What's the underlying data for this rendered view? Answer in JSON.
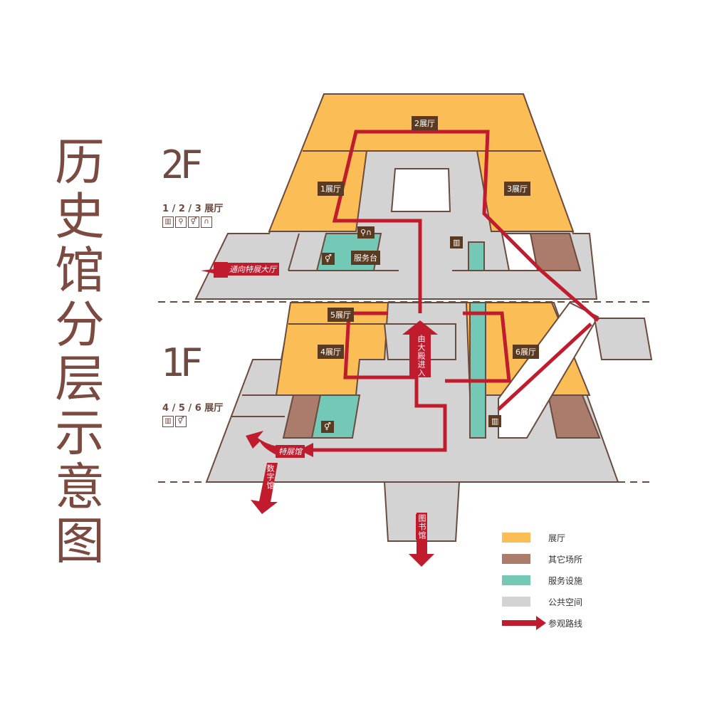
{
  "title": [
    "历",
    "史",
    "馆",
    "分",
    "层",
    "示",
    "意",
    "图"
  ],
  "floors": {
    "f2": {
      "label": "2F",
      "halls": "1 / 2 / 3 展厅",
      "icons": [
        "elevator-icon",
        "service-icon",
        "restroom-icon",
        "audio-guide-icon"
      ]
    },
    "f1": {
      "label": "1F",
      "halls": "4 / 5 / 6 展厅",
      "icons": [
        "elevator-icon",
        "restroom-icon"
      ]
    }
  },
  "map_labels": {
    "hall1": "1展厅",
    "hall2": "2展厅",
    "hall3": "3展厅",
    "hall4": "4展厅",
    "hall5": "5展厅",
    "hall6": "6展厅",
    "service_desk": "服务台",
    "to_special_hall": "通向特展大厅",
    "special_hall": "特展馆",
    "digital_hall": "数字馆",
    "library": "图书馆",
    "entry": "由大殿进入"
  },
  "legend": [
    {
      "label": "展厅",
      "color": "#fbbd55"
    },
    {
      "label": "其它场所",
      "color": "#ab7b6c"
    },
    {
      "label": "服务设施",
      "color": "#73c8b6"
    },
    {
      "label": "公共空间",
      "color": "#d3d3d3"
    },
    {
      "label": "参观路线",
      "color": "#c11b2e"
    }
  ]
}
